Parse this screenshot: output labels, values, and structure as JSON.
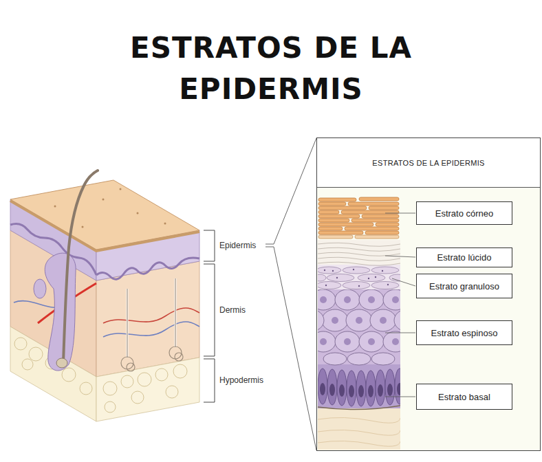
{
  "diagram": {
    "title": "ESTRATOS DE LA EPIDERMIS",
    "nodes": [
      {
        "text": [
          "ESTRATOS DE LA EPIDERMIS"
        ]
      },
      {
        "text": [
          "Estrato córneo"
        ],
        "in": 0
      },
      {
        "text": [
          "Estrato lúcido"
        ],
        "in": 0
      },
      {
        "text": [
          "Estrato granuloso"
        ],
        "in": 0
      },
      {
        "text": [
          "Estrato espinoso"
        ],
        "in": 0
      },
      {
        "text": [
          "Estrato basal"
        ],
        "in": 0
      }
    ],
    "labels": [
      "Epidermis",
      "Dermis",
      "Hypodermis"
    ]
  }
}
